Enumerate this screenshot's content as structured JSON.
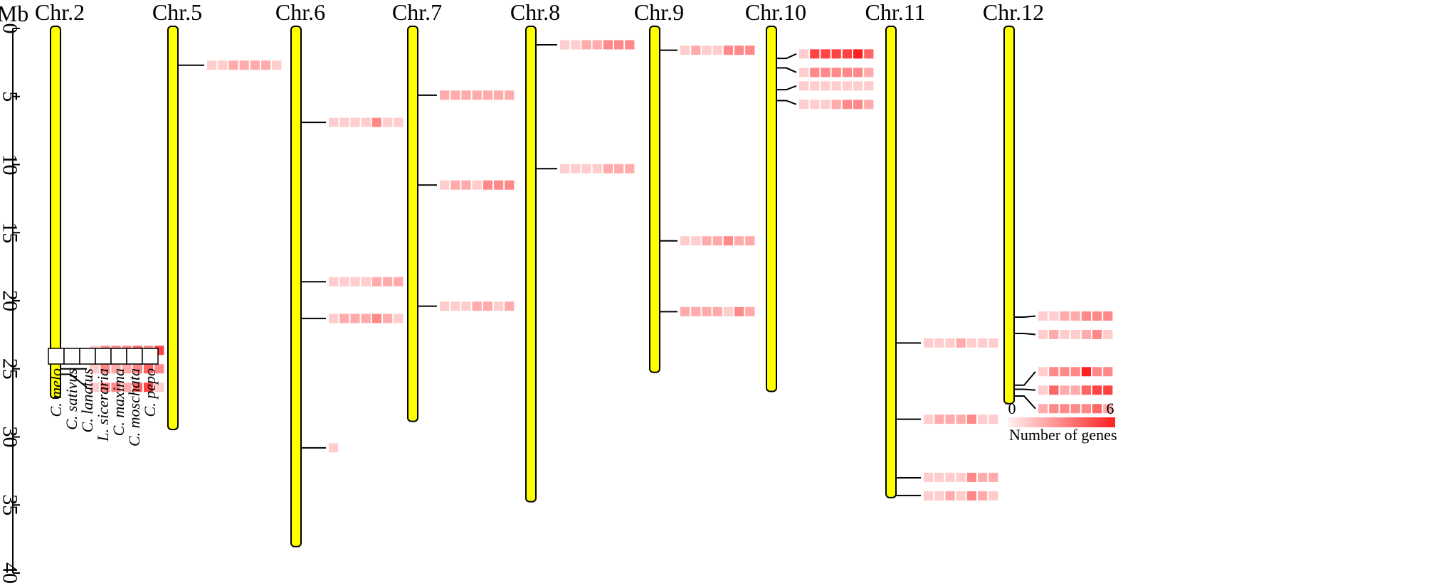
{
  "axis": {
    "unit_label": "Mb",
    "ticks": [
      0,
      5,
      10,
      15,
      20,
      25,
      30,
      35,
      40
    ]
  },
  "colors": {
    "chromosome_fill": "#ffff00",
    "chromosome_stroke": "#000000",
    "heat_low": "#fff0f0",
    "heat_high": "#ff2020"
  },
  "species_key": {
    "labels": [
      "C. melo",
      "C. sativus",
      "C. lanatus",
      "L. siceraria",
      "C. maxima",
      "C. moschata",
      "C. pepo"
    ]
  },
  "legend": {
    "min_label": "0",
    "max_label": "6",
    "title": "Number of  genes"
  },
  "chromosomes": [
    {
      "name": "Chr.2",
      "length": 27.0,
      "regions": [
        {
          "pos": 24.6,
          "counts": [
            1,
            3,
            3,
            3,
            4,
            3,
            5
          ]
        },
        {
          "pos": 25.0,
          "counts": [
            1,
            3,
            2,
            2,
            3,
            4,
            3
          ]
        },
        {
          "pos": 25.4,
          "counts": [
            1,
            3,
            3,
            2,
            4,
            5,
            1
          ]
        }
      ]
    },
    {
      "name": "Chr.5",
      "length": 29.3,
      "regions": [
        {
          "pos": 2.7,
          "counts": [
            1,
            1,
            2,
            2,
            2,
            2,
            1
          ]
        }
      ]
    },
    {
      "name": "Chr.6",
      "length": 37.9,
      "regions": [
        {
          "pos": 6.9,
          "counts": [
            1,
            1,
            1,
            1,
            3,
            1,
            1
          ]
        },
        {
          "pos": 18.6,
          "counts": [
            1,
            1,
            1,
            1,
            2,
            2,
            2
          ]
        },
        {
          "pos": 21.3,
          "counts": [
            1,
            2,
            2,
            2,
            3,
            2,
            1
          ]
        },
        {
          "pos": 30.8,
          "counts": [
            1
          ]
        }
      ]
    },
    {
      "name": "Chr.7",
      "length": 28.7,
      "regions": [
        {
          "pos": 4.9,
          "counts": [
            2,
            2,
            2,
            2,
            2,
            2,
            2
          ]
        },
        {
          "pos": 11.5,
          "counts": [
            1,
            2,
            2,
            1,
            3,
            3,
            3
          ]
        },
        {
          "pos": 20.4,
          "counts": [
            1,
            1,
            1,
            2,
            2,
            1,
            2
          ]
        }
      ]
    },
    {
      "name": "Chr.8",
      "length": 34.6,
      "regions": [
        {
          "pos": 1.2,
          "counts": [
            1,
            1,
            2,
            2,
            3,
            3,
            3
          ]
        },
        {
          "pos": 10.3,
          "counts": [
            1,
            1,
            1,
            1,
            2,
            2,
            2
          ]
        }
      ]
    },
    {
      "name": "Chr.9",
      "length": 25.1,
      "regions": [
        {
          "pos": 1.6,
          "counts": [
            1,
            2,
            1,
            1,
            3,
            3,
            3
          ]
        },
        {
          "pos": 15.6,
          "counts": [
            1,
            1,
            2,
            2,
            3,
            2,
            2
          ]
        },
        {
          "pos": 20.8,
          "counts": [
            2,
            2,
            2,
            2,
            1,
            3,
            2
          ]
        }
      ]
    },
    {
      "name": "Chr.10",
      "length": 26.5,
      "regions": [
        {
          "pos": 2.2,
          "counts": [
            1,
            5,
            5,
            5,
            5,
            6,
            4
          ]
        },
        {
          "pos": 2.9,
          "counts": [
            1,
            3,
            3,
            3,
            3,
            3,
            2
          ]
        },
        {
          "pos": 4.5,
          "counts": [
            1,
            1,
            1,
            1,
            1,
            1,
            1
          ]
        },
        {
          "pos": 5.3,
          "counts": [
            1,
            1,
            1,
            2,
            3,
            3,
            2
          ]
        }
      ]
    },
    {
      "name": "Chr.11",
      "length": 34.3,
      "regions": [
        {
          "pos": 23.1,
          "counts": [
            1,
            1,
            1,
            2,
            1,
            1,
            1
          ]
        },
        {
          "pos": 28.7,
          "counts": [
            1,
            2,
            2,
            2,
            3,
            1,
            1
          ]
        },
        {
          "pos": 33.0,
          "counts": [
            1,
            1,
            1,
            1,
            3,
            2,
            2
          ]
        },
        {
          "pos": 34.3,
          "counts": [
            1,
            1,
            2,
            1,
            3,
            2,
            1
          ]
        }
      ]
    },
    {
      "name": "Chr.12",
      "length": 27.4,
      "regions": [
        {
          "pos": 21.2,
          "counts": [
            1,
            1,
            2,
            2,
            3,
            3,
            3
          ]
        },
        {
          "pos": 22.4,
          "counts": [
            1,
            2,
            1,
            1,
            2,
            3,
            1
          ]
        },
        {
          "pos": 26.2,
          "counts": [
            1,
            3,
            3,
            3,
            6,
            3,
            3
          ]
        },
        {
          "pos": 26.5,
          "counts": [
            1,
            4,
            2,
            2,
            4,
            5,
            5
          ]
        },
        {
          "pos": 27.0,
          "counts": [
            2,
            3,
            3,
            3,
            3,
            4,
            2
          ]
        }
      ]
    }
  ]
}
